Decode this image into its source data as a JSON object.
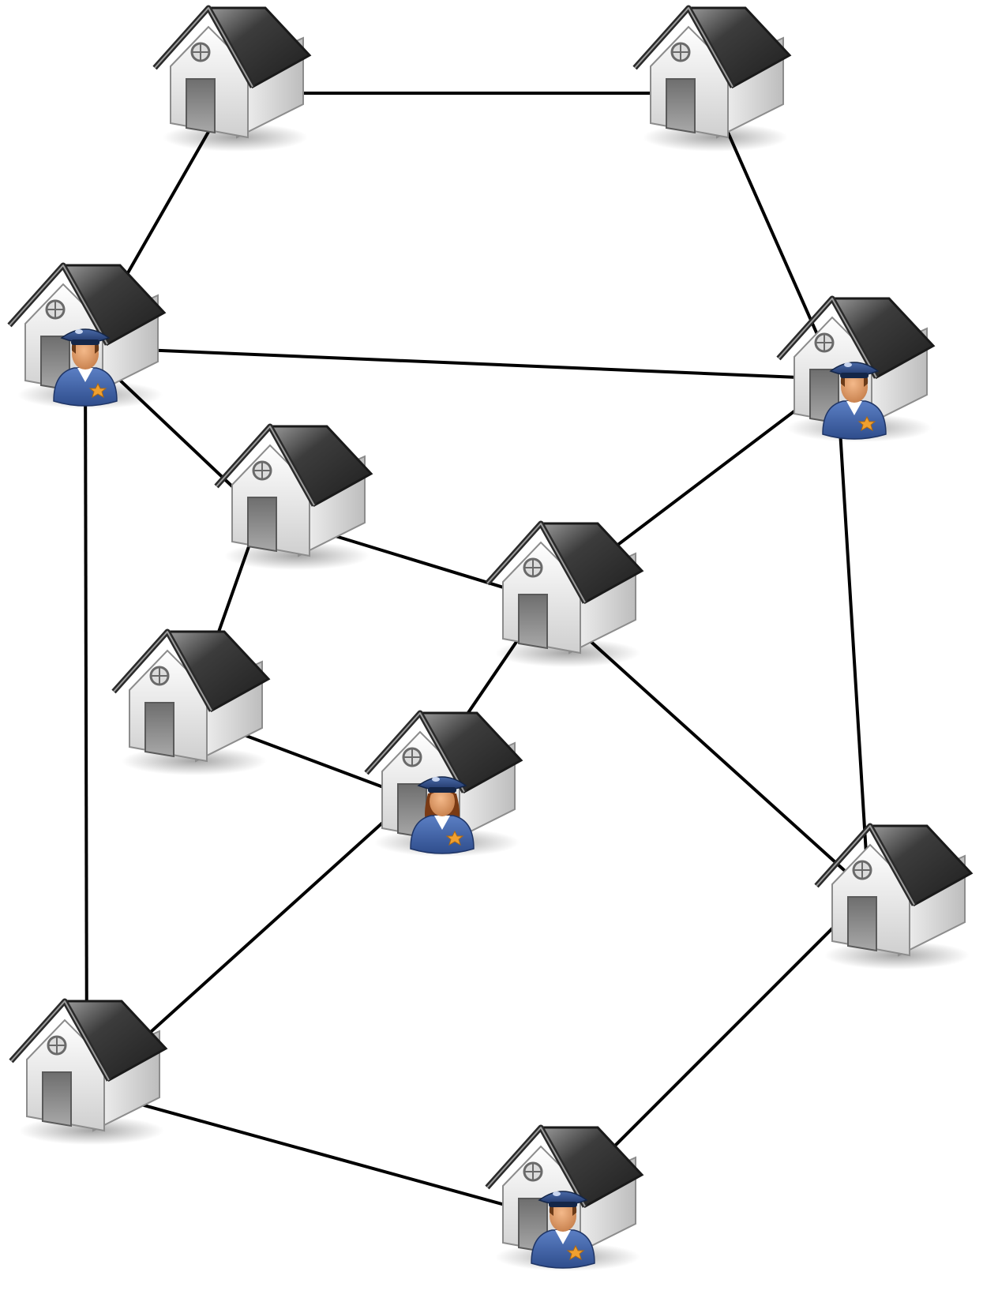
{
  "diagram": {
    "kind": "undirected-graph",
    "node_icon": "house-icon",
    "marker_icon": "police-officer-icon",
    "colors": {
      "edge": "#000000",
      "roof": "#3a3a3a",
      "wall": "#e6e6e6",
      "door": "#8a8a8a",
      "uniform": "#3e5f9e",
      "badge": "#f0a030"
    },
    "nodes": [
      {
        "id": "A",
        "officer": false
      },
      {
        "id": "B",
        "officer": false
      },
      {
        "id": "C",
        "officer": true,
        "officer_variant": "male"
      },
      {
        "id": "D",
        "officer": true,
        "officer_variant": "male"
      },
      {
        "id": "E",
        "officer": false
      },
      {
        "id": "F",
        "officer": false
      },
      {
        "id": "G",
        "officer": false
      },
      {
        "id": "H",
        "officer": true,
        "officer_variant": "female"
      },
      {
        "id": "I",
        "officer": false
      },
      {
        "id": "J",
        "officer": false
      },
      {
        "id": "K",
        "officer": true,
        "officer_variant": "male"
      }
    ],
    "edges": [
      [
        "A",
        "B"
      ],
      [
        "A",
        "C"
      ],
      [
        "B",
        "D"
      ],
      [
        "C",
        "D"
      ],
      [
        "C",
        "E"
      ],
      [
        "C",
        "J"
      ],
      [
        "D",
        "F"
      ],
      [
        "D",
        "I"
      ],
      [
        "E",
        "F"
      ],
      [
        "E",
        "G"
      ],
      [
        "F",
        "H"
      ],
      [
        "F",
        "I"
      ],
      [
        "G",
        "H"
      ],
      [
        "H",
        "J"
      ],
      [
        "I",
        "K"
      ],
      [
        "J",
        "K"
      ]
    ]
  }
}
